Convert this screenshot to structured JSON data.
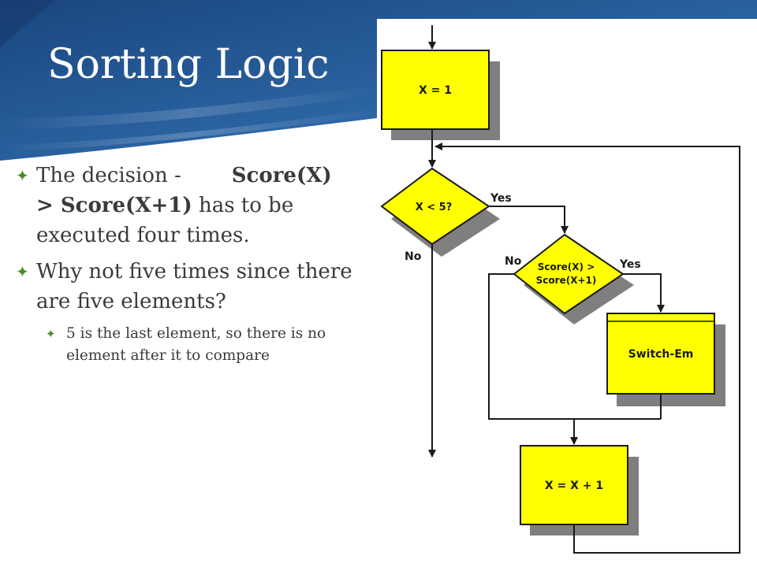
{
  "slide": {
    "title": "Sorting Logic",
    "bullets": [
      {
        "pre": "The decision -",
        "bold_a": "Score(X)",
        "bold_b": "> Score(X+1)",
        "post": " has to be executed four times."
      },
      {
        "text": "Why not five times since there are five elements?"
      }
    ],
    "sub_bullets": [
      {
        "text": "5 is the last element, so there is no element after it to compare"
      }
    ]
  },
  "flowchart": {
    "init_box": "X = 1",
    "loop_decision": "X < 5?",
    "loop_yes": "Yes",
    "loop_no": "No",
    "compare_line1": "Score(X) >",
    "compare_line2": "Score(X+1)",
    "compare_yes": "Yes",
    "compare_no": "No",
    "swap_box": "Switch-Em",
    "increment_box": "X = X + 1"
  },
  "colors": {
    "title_banner": "#1f4e86",
    "box_fill": "#ffff00",
    "box_shadow": "#7f7f7f",
    "bullet_glyph": "#4a8a2a"
  },
  "icons": {
    "bullet": "leaf-bullet-icon"
  }
}
